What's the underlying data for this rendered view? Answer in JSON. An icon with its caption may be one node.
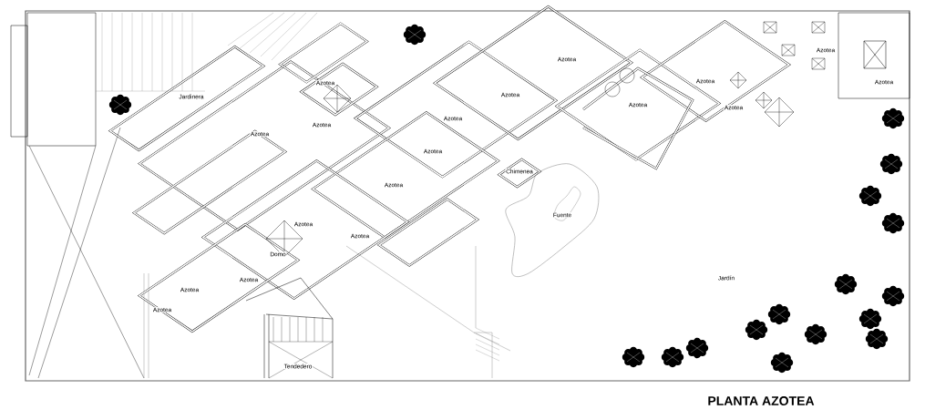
{
  "diagram": {
    "title": "PLANTA AZOTEA",
    "labels": [
      "Jardinera",
      "Azotea",
      "Azotea",
      "Azotea",
      "Azotea",
      "Azotea",
      "Azotea",
      "Azotea",
      "Azotea",
      "Chimenea",
      "Azotea",
      "Azotea",
      "Azotea",
      "Azotea",
      "Azotea",
      "Azotea",
      "Domo",
      "Azotea",
      "Azotea",
      "Azotea",
      "Azotea",
      "Fuente",
      "Jardín",
      "Tendedero"
    ]
  }
}
